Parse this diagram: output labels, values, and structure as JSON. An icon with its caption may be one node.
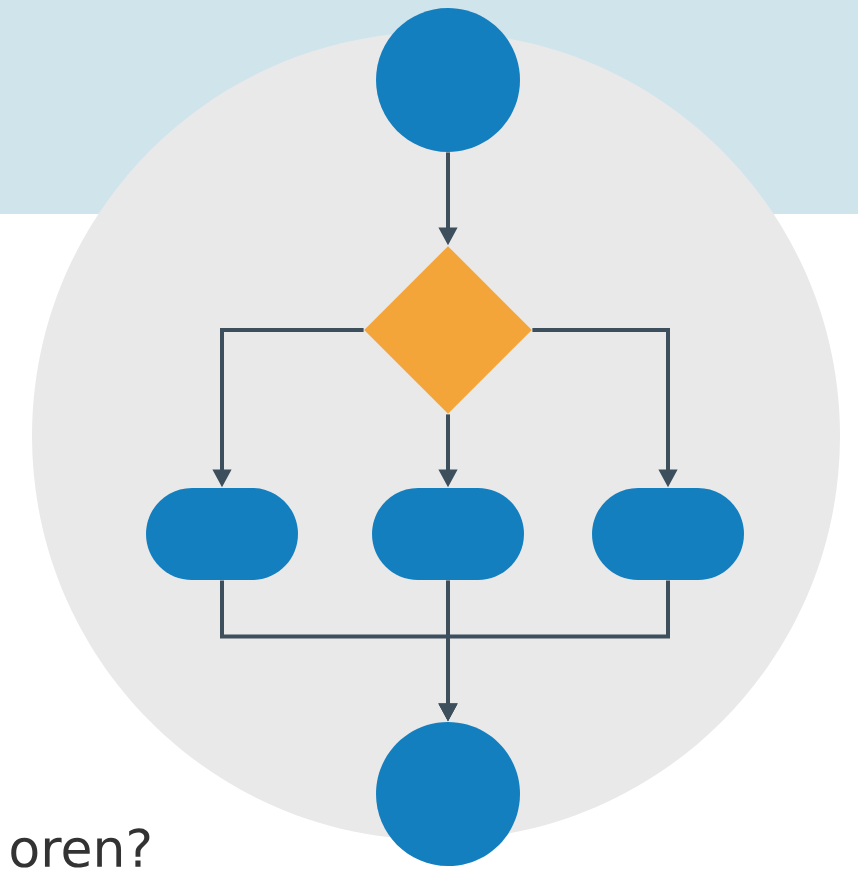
{
  "diagram": {
    "nodes": [
      {
        "text": [],
        "shape": "circle"
      },
      {
        "text": [],
        "shape": "diamond"
      },
      {
        "text": [],
        "shape": "box"
      },
      {
        "text": [],
        "shape": "box"
      },
      {
        "text": [],
        "shape": "box"
      },
      {
        "text": [],
        "shape": "circle"
      }
    ],
    "edges": [
      {
        "from": 0,
        "to": 1,
        "arrow": "to"
      },
      {
        "from": 1,
        "to": 2,
        "arrow": "to"
      },
      {
        "from": 1,
        "to": 3,
        "arrow": "to"
      },
      {
        "from": 1,
        "to": 4,
        "arrow": "to"
      },
      {
        "from": 2,
        "to": 5,
        "arrow": "to"
      },
      {
        "from": 3,
        "to": 5,
        "arrow": "to"
      },
      {
        "from": 4,
        "to": 5,
        "arrow": "to"
      }
    ],
    "labels": [
      "oren?"
    ]
  }
}
